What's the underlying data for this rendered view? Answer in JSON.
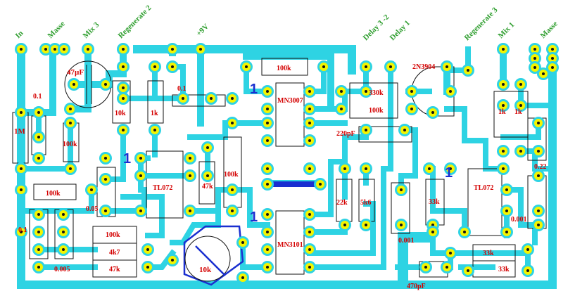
{
  "connectors": {
    "in": "In",
    "masse_left": "Masse",
    "mix3": "Mix 3",
    "regenerate2": "Regenerate 2",
    "plus9v": "+9V",
    "delay32": "Delay 3 -2",
    "delay1": "Delay 1",
    "regenerate3": "Regenerate 3",
    "mix1": "Mix 1",
    "masse_right": "Masse"
  },
  "components": {
    "c47uf": "47µF",
    "c01_top_left": "0.1",
    "r1m": "1M",
    "r100k_left": "100k",
    "r10k": "10k",
    "r1k_a": "1k",
    "c01_top": "0.1",
    "r100k_top": "100k",
    "ic_mn3007": "MN3007",
    "r330k": "330k",
    "r100k_mid": "100k",
    "q_2n3904": "2N3904",
    "r1k_r1": "1k",
    "r1k_r2": "1k",
    "c220pf": "220pF",
    "ic_tl072_left": "TL072",
    "r47k_trim": "47k",
    "r100k_vert": "100k",
    "r100k_horiz": "100k",
    "c005": "0.05",
    "c01_bottom_left": "0.1",
    "c0005": "0.005",
    "r100k_block": "100k",
    "r4k7": "4k7",
    "r47k_block": "47k",
    "pot_10k": "10k",
    "ic_mn3101": "MN3101",
    "r22k": "22k",
    "r5k6": "5k6",
    "c0001_mid": "0.001",
    "r33k_vert": "33k",
    "ic_tl072_right": "TL072",
    "c022": "0.22",
    "c0001_right": "0.001",
    "r33k_a": "33k",
    "r33k_b": "33k",
    "c470pf": "470pF"
  },
  "pin1_markers": [
    "1",
    "1",
    "1",
    "1"
  ],
  "colors": {
    "copper": "#2ed3e3",
    "pad_ring": "#f4f400",
    "label_component": "#d40000",
    "label_connector": "#2e9e2e",
    "pin1_marker": "#1a2fd0"
  }
}
